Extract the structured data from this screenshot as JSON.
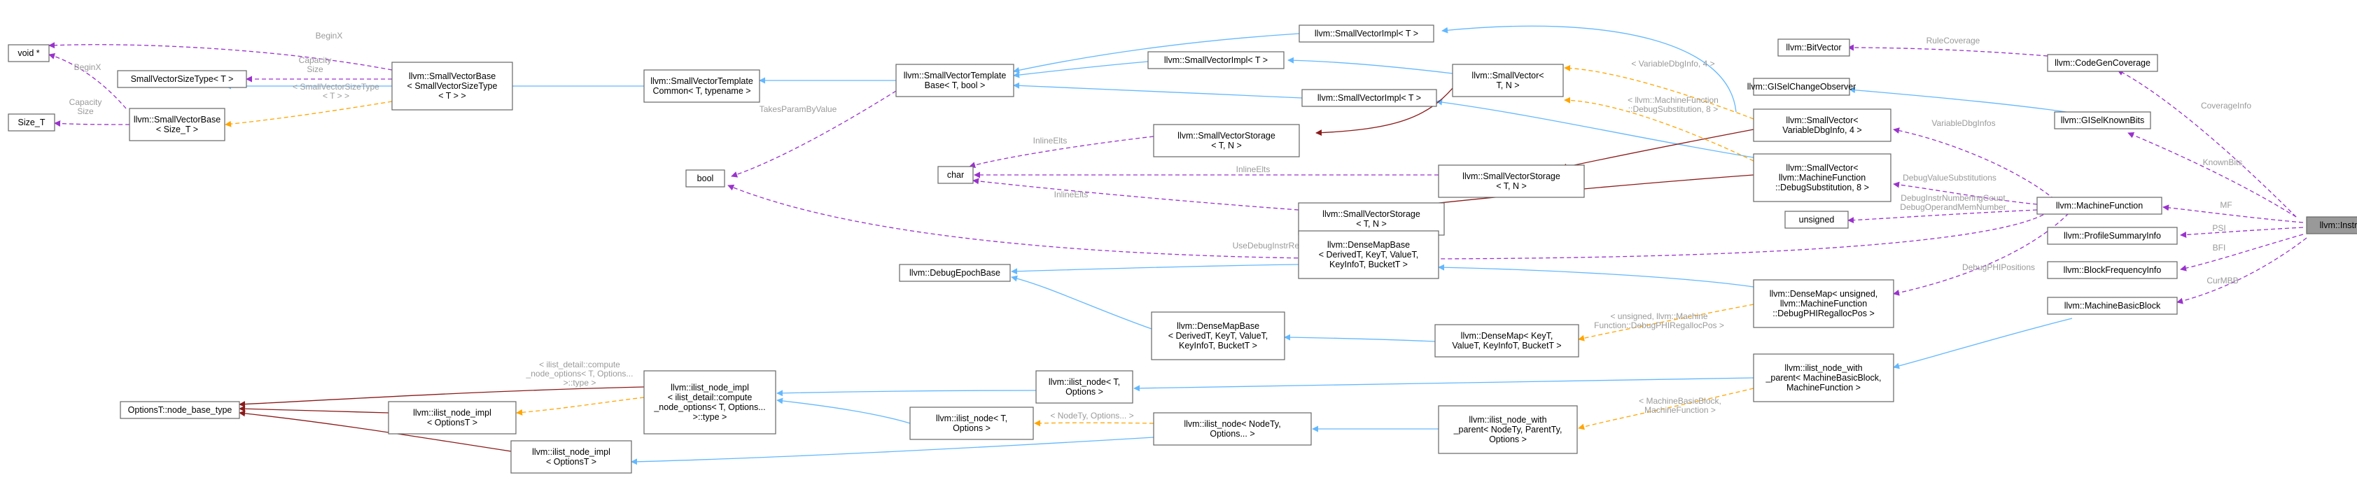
{
  "nodes": [
    {
      "id": "void",
      "lines": [
        "void *"
      ]
    },
    {
      "id": "smallvectorsizetype",
      "lines": [
        "SmallVectorSizeType< T >"
      ]
    },
    {
      "id": "sizet",
      "lines": [
        "Size_T"
      ]
    },
    {
      "id": "svbase_sizet",
      "lines": [
        "llvm::SmallVectorBase",
        "< Size_T >"
      ]
    },
    {
      "id": "svbase",
      "lines": [
        "llvm::SmallVectorBase",
        "< SmallVectorSizeType",
        "< T > >"
      ]
    },
    {
      "id": "svtcommon",
      "lines": [
        "llvm::SmallVectorTemplate",
        "Common< T, typename >"
      ]
    },
    {
      "id": "svtbase",
      "lines": [
        "llvm::SmallVectorTemplate",
        "Base< T, bool >"
      ]
    },
    {
      "id": "bool",
      "lines": [
        "bool"
      ]
    },
    {
      "id": "char",
      "lines": [
        "char"
      ]
    },
    {
      "id": "svimpl_top",
      "lines": [
        "llvm::SmallVectorImpl< T >"
      ]
    },
    {
      "id": "svimpl_mid",
      "lines": [
        "llvm::SmallVectorImpl< T >"
      ]
    },
    {
      "id": "svimpl_low",
      "lines": [
        "llvm::SmallVectorImpl< T >"
      ]
    },
    {
      "id": "svstorage1",
      "lines": [
        "llvm::SmallVectorStorage",
        "< T, N >"
      ]
    },
    {
      "id": "svstorage2",
      "lines": [
        "llvm::SmallVectorStorage",
        "< T, N >"
      ]
    },
    {
      "id": "svstorage3",
      "lines": [
        "llvm::SmallVectorStorage",
        "< T, N >"
      ]
    },
    {
      "id": "smallvector",
      "lines": [
        "llvm::SmallVector<",
        "T, N >"
      ]
    },
    {
      "id": "sv_dbg",
      "lines": [
        "llvm::SmallVector<",
        "VariableDbgInfo, 4 >"
      ]
    },
    {
      "id": "sv_dbgsub",
      "lines": [
        "llvm::SmallVector<",
        "llvm::MachineFunction",
        "::DebugSubstitution, 8 >"
      ]
    },
    {
      "id": "bitvector",
      "lines": [
        "llvm::BitVector"
      ]
    },
    {
      "id": "gisel_observer",
      "lines": [
        "llvm::GISelChangeObserver"
      ]
    },
    {
      "id": "codegencoverage",
      "lines": [
        "llvm::CodeGenCoverage"
      ]
    },
    {
      "id": "giselknownbits",
      "lines": [
        "llvm::GISelKnownBits"
      ]
    },
    {
      "id": "machinefunction",
      "lines": [
        "llvm::MachineFunction"
      ]
    },
    {
      "id": "unsigned",
      "lines": [
        "unsigned"
      ]
    },
    {
      "id": "profilesummary",
      "lines": [
        "llvm::ProfileSummaryInfo"
      ]
    },
    {
      "id": "blockfreq",
      "lines": [
        "llvm::BlockFrequencyInfo"
      ]
    },
    {
      "id": "machinebasicblock",
      "lines": [
        "llvm::MachineBasicBlock"
      ]
    },
    {
      "id": "instructionselector",
      "lines": [
        "llvm::InstructionSelector"
      ]
    },
    {
      "id": "debugepochbase",
      "lines": [
        "llvm::DebugEpochBase"
      ]
    },
    {
      "id": "densemapbase1",
      "lines": [
        "llvm::DenseMapBase",
        "< DerivedT, KeyT, ValueT,",
        "KeyInfoT, BucketT >"
      ]
    },
    {
      "id": "densemapbase2",
      "lines": [
        "llvm::DenseMapBase",
        "< DerivedT, KeyT, ValueT,",
        "KeyInfoT, BucketT >"
      ]
    },
    {
      "id": "densemap",
      "lines": [
        "llvm::DenseMap< KeyT,",
        "ValueT, KeyInfoT, BucketT >"
      ]
    },
    {
      "id": "densemap_phi",
      "lines": [
        "llvm::DenseMap< unsigned,",
        "llvm::MachineFunction",
        "::DebugPHIRegallocPos >"
      ]
    },
    {
      "id": "optionst",
      "lines": [
        "OptionsT::node_base_type"
      ]
    },
    {
      "id": "ilist_impl_mid",
      "lines": [
        "llvm::ilist_node_impl",
        "< OptionsT >"
      ]
    },
    {
      "id": "ilist_impl_low",
      "lines": [
        "llvm::ilist_node_impl",
        "< OptionsT >"
      ]
    },
    {
      "id": "ilist_impl_big",
      "lines": [
        "llvm::ilist_node_impl",
        "< ilist_detail::compute",
        "_node_options< T, Options...",
        ">::type >"
      ]
    },
    {
      "id": "ilist_node_top",
      "lines": [
        "llvm::ilist_node< T,",
        "Options >"
      ]
    },
    {
      "id": "ilist_node_low",
      "lines": [
        "llvm::ilist_node< T,",
        "Options >"
      ]
    },
    {
      "id": "ilist_node_nodety",
      "lines": [
        "llvm::ilist_node< NodeTy,",
        "Options... >"
      ]
    },
    {
      "id": "ilist_parent",
      "lines": [
        "llvm::ilist_node_with",
        "_parent< NodeTy, ParentTy,",
        "Options >"
      ]
    },
    {
      "id": "ilist_parent_mbb",
      "lines": [
        "llvm::ilist_node_with",
        "_parent< MachineBasicBlock,",
        "MachineFunction >"
      ]
    }
  ],
  "edge_labels": [
    {
      "id": "l_beginx1",
      "lines": [
        "BeginX"
      ]
    },
    {
      "id": "l_capsize1",
      "lines": [
        "Capacity",
        "Size"
      ]
    },
    {
      "id": "l_svsizetype",
      "lines": [
        "< SmallVectorSizeType",
        "< T > >"
      ]
    },
    {
      "id": "l_beginx2",
      "lines": [
        "BeginX"
      ]
    },
    {
      "id": "l_capsize2",
      "lines": [
        "Capacity",
        "Size"
      ]
    },
    {
      "id": "l_takesparam",
      "lines": [
        "TakesParamByValue"
      ]
    },
    {
      "id": "l_inlineelts1",
      "lines": [
        "InlineElts"
      ]
    },
    {
      "id": "l_inlineelts2",
      "lines": [
        "InlineElts"
      ]
    },
    {
      "id": "l_inlineelts3",
      "lines": [
        "InlineElts"
      ]
    },
    {
      "id": "l_vardbg4",
      "lines": [
        "< VariableDbgInfo, 4 >"
      ]
    },
    {
      "id": "l_mfdbgsub",
      "lines": [
        "< llvm::MachineFunction",
        "::DebugSubstitution, 8 >"
      ]
    },
    {
      "id": "l_usedebug",
      "lines": [
        "UseDebugInstrRef"
      ]
    },
    {
      "id": "l_ruleCov",
      "lines": [
        "RuleCoverage"
      ]
    },
    {
      "id": "l_vardbginfos",
      "lines": [
        "VariableDbgInfos"
      ]
    },
    {
      "id": "l_debugvalsubs",
      "lines": [
        "DebugValueSubstitutions"
      ]
    },
    {
      "id": "l_debuginstr",
      "lines": [
        "DebugInstrNumberingCount",
        "DebugOperandMemNumber"
      ]
    },
    {
      "id": "l_debugphi",
      "lines": [
        "DebugPHIPositions"
      ]
    },
    {
      "id": "l_covinfo",
      "lines": [
        "CoverageInfo"
      ]
    },
    {
      "id": "l_knownbits",
      "lines": [
        "KnownBits"
      ]
    },
    {
      "id": "l_mf",
      "lines": [
        "MF"
      ]
    },
    {
      "id": "l_psi",
      "lines": [
        "PSI"
      ]
    },
    {
      "id": "l_bfi",
      "lines": [
        "BFI"
      ]
    },
    {
      "id": "l_curmbb",
      "lines": [
        "CurMBB"
      ]
    },
    {
      "id": "l_densemap_phi",
      "lines": [
        "< unsigned, llvm::Machine",
        "Function::DebugPHIRegallocPos >"
      ]
    },
    {
      "id": "l_ilistdetail",
      "lines": [
        "< ilist_detail::compute",
        "_node_options< T, Options...",
        ">::type >"
      ]
    },
    {
      "id": "l_nodety",
      "lines": [
        "< NodeTy, Options... >"
      ]
    },
    {
      "id": "l_mbbmf",
      "lines": [
        "< MachineBasicBlock,",
        "MachineFunction >"
      ]
    }
  ],
  "colors": {
    "inheritance": "#63b8ff",
    "usage": "#9a32cd",
    "template": "#ffa500",
    "composition": "#8b1a1a",
    "node_border": "#666666",
    "focus_fill": "#999999",
    "label_text": "#9a9a9a"
  }
}
